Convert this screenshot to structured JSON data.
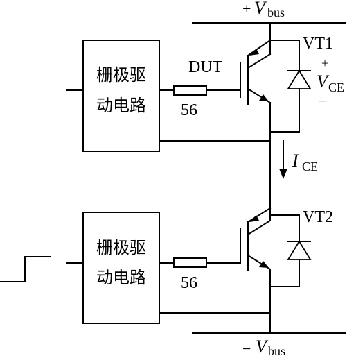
{
  "labels": {
    "vbus_pos_sign": "+",
    "vbus_pos_main": "V",
    "vbus_pos_sub": "bus",
    "vbus_neg_sign": "−",
    "vbus_neg_main": "V",
    "vbus_neg_sub": "bus",
    "vt1": "VT1",
    "vt2": "VT2",
    "dut": "DUT",
    "vce_plus": "+",
    "vce_main": "V",
    "vce_sub": "CE",
    "vce_minus": "−",
    "ice_main": "I",
    "ice_sub": "CE",
    "gate_driver_top_line1": "栅极驱",
    "gate_driver_top_line2": "动电路",
    "gate_driver_bottom_line1": "栅极驱",
    "gate_driver_bottom_line2": "动电路",
    "resistor_top": "56",
    "resistor_bottom": "56"
  }
}
